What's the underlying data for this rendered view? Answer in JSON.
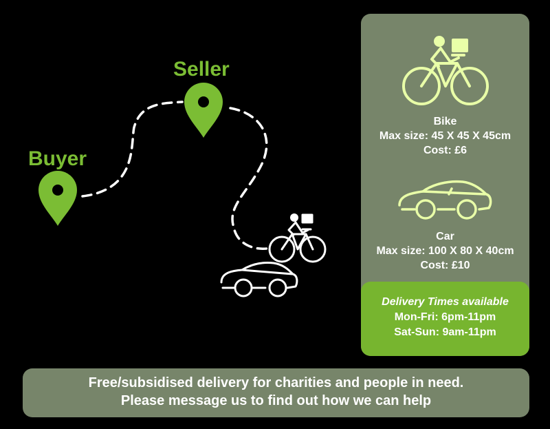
{
  "map": {
    "seller_label": "Seller",
    "buyer_label": "Buyer",
    "pin_color": "#7bbd34",
    "route_color": "#ffffff"
  },
  "options": {
    "bike": {
      "name": "Bike",
      "max_size": "Max size: 45 X 45 X 45cm",
      "cost": "Cost: £6",
      "icon": "courier-bike-icon"
    },
    "car": {
      "name": "Car",
      "max_size": "Max size: 100 X 80 X 40cm",
      "cost": "Cost: £10",
      "icon": "car-icon"
    },
    "icon_glow_color": "#e9ffa8"
  },
  "delivery_times": {
    "title": "Delivery Times available",
    "weekdays": "Mon-Fri: 6pm-11pm",
    "weekend": "Sat-Sun: 9am-11pm"
  },
  "footer": {
    "line1": "Free/subsidised delivery for charities and people in need.",
    "line2": "Please message us to find out how we can help"
  },
  "colors": {
    "background": "#000000",
    "panel": "#77856a",
    "accent_green": "#77b52f"
  }
}
